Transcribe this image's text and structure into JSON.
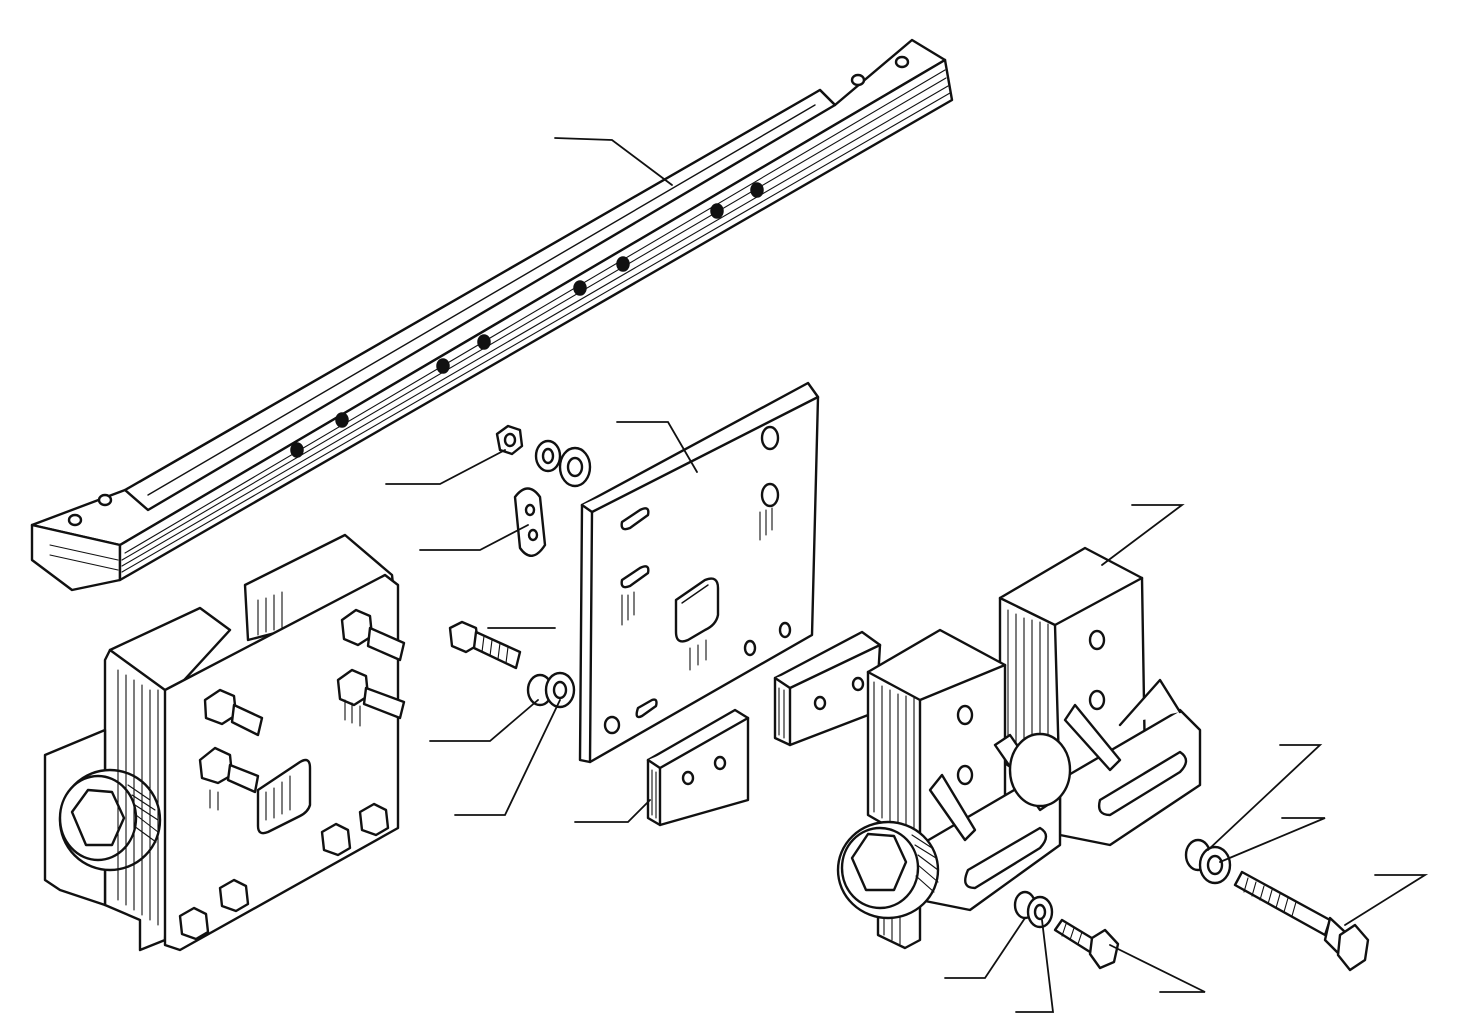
{
  "diagram": {
    "kind": "exploded-assembly-line-drawing",
    "ink_color": "#111111",
    "background_color": "#ffffff",
    "labels_present": false,
    "parts": [
      "guide-rail",
      "square-nut",
      "lock-washer",
      "flat-washer",
      "slotted-link",
      "hex-bolt",
      "thrust-bushing",
      "mounting-plate",
      "left-clamp-block",
      "right-clamp-block",
      "gear-housing-left",
      "gear-housing-right",
      "bushing-ring",
      "long-bolt",
      "short-bolt",
      "small-washer"
    ],
    "leader_count": 14
  }
}
